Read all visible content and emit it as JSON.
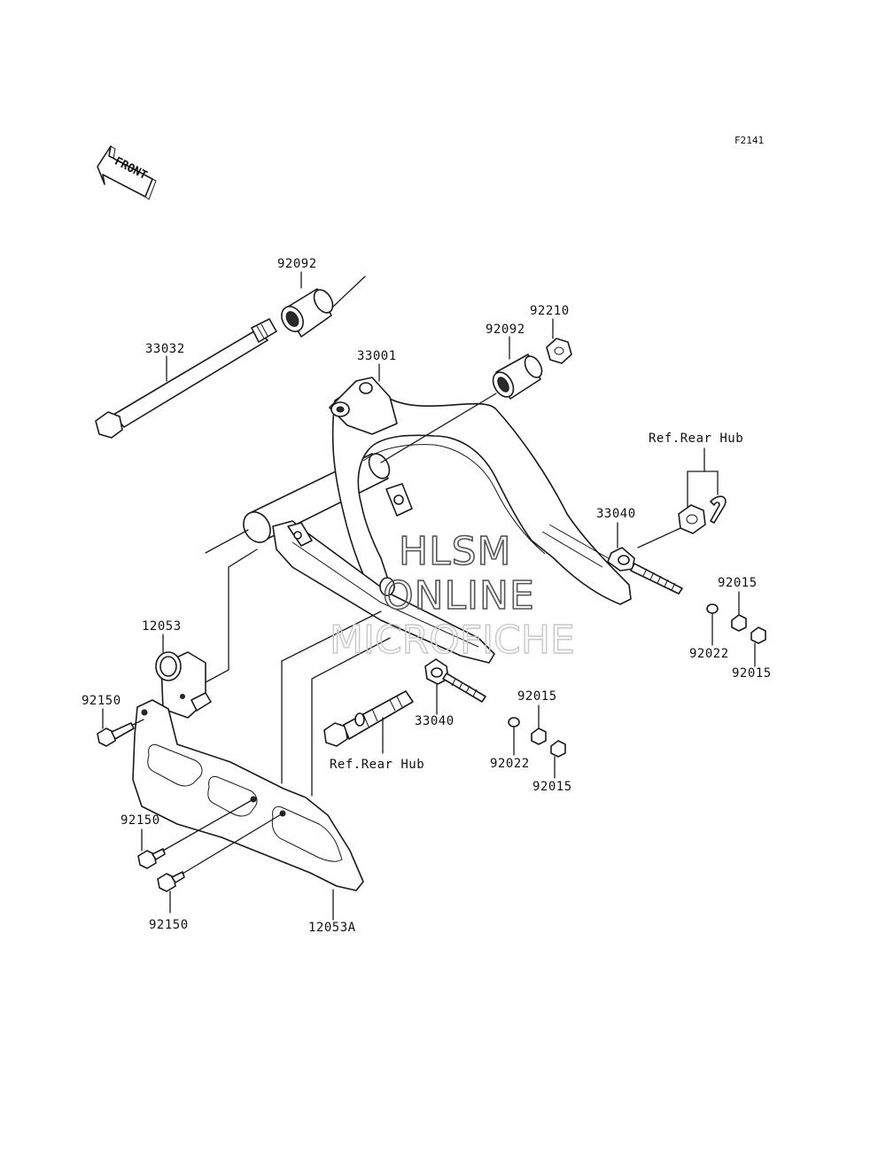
{
  "figure_code": "F2141",
  "front_arrow_text": "FRONT",
  "labels": {
    "p33032": "33032",
    "p92092_left": "92092",
    "p92092_right": "92092",
    "p92210": "92210",
    "p33001": "33001",
    "ref_rear_hub_top": "Ref.Rear Hub",
    "p33040_right": "33040",
    "p92015_a": "92015",
    "p92022_right": "92022",
    "p92015_b": "92015",
    "p12053": "12053",
    "p92150_top": "92150",
    "p33040_left": "33040",
    "p92015_c": "92015",
    "p92022_left": "92022",
    "p92015_d": "92015",
    "ref_rear_hub_bottom": "Ref.Rear Hub",
    "p92150_mid": "92150",
    "p92150_bottom": "92150",
    "p12053A": "12053A"
  },
  "watermark": {
    "line1": "HLSM",
    "line2": "ONLINE",
    "line3": "MICROFICHE"
  }
}
